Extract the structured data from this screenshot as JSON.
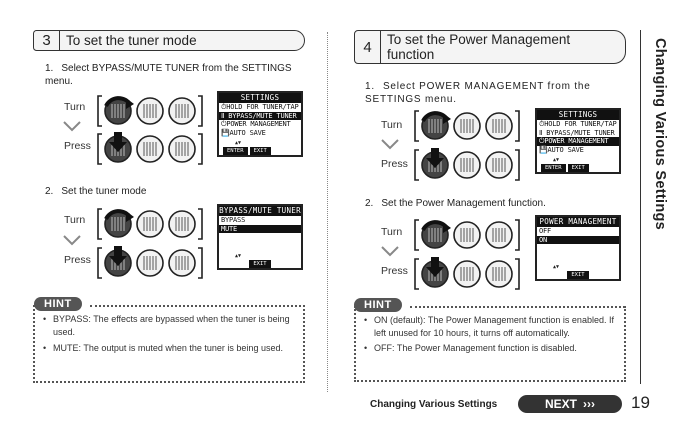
{
  "sections": [
    {
      "number": "3",
      "title": "To set the tuner mode",
      "steps": [
        {
          "num": "1.",
          "text": "Select BYPASS/MUTE TUNER from the SETTINGS menu."
        },
        {
          "num": "2.",
          "text": "Set the tuner mode"
        }
      ],
      "screens": [
        {
          "title": "SETTINGS",
          "rows": [
            "⏱HOLD FOR TUNER/TAP",
            "Ⅱ BYPASS/MUTE TUNER",
            "⏻POWER MANAGEMENT",
            "💾AUTO SAVE"
          ],
          "selected": 1,
          "softkeys": [
            "ENTER",
            "EXIT"
          ]
        },
        {
          "title": "BYPASS/MUTE TUNER",
          "rows": [
            "BYPASS",
            "MUTE"
          ],
          "selected": 1,
          "softkeys": [
            "EXIT"
          ]
        }
      ],
      "hint": {
        "label": "HINT",
        "items": [
          "BYPASS: The effects are bypassed when the tuner is being used.",
          "MUTE: The output is muted when the tuner is being used."
        ]
      }
    },
    {
      "number": "4",
      "title": "To set the Power Management function",
      "steps": [
        {
          "num": "1.",
          "text": "Select POWER MANAGEMENT from the SETTINGS menu."
        },
        {
          "num": "2.",
          "text": "Set the Power Management function."
        }
      ],
      "screens": [
        {
          "title": "SETTINGS",
          "rows": [
            "⏱HOLD FOR TUNER/TAP",
            "Ⅱ BYPASS/MUTE TUNER",
            "⏻POWER MANAGEMENT",
            "💾AUTO SAVE"
          ],
          "selected": 2,
          "softkeys": [
            "ENTER",
            "EXIT"
          ]
        },
        {
          "title": "POWER MANAGEMENT",
          "rows": [
            "OFF",
            "ON"
          ],
          "selected": 1,
          "softkeys": [
            "EXIT"
          ]
        }
      ],
      "hint": {
        "label": "HINT",
        "items": [
          "ON (default): The Power Management function is enabled. If left unused for 10 hours, it turns off automatically.",
          "OFF: The Power Management function is disabled."
        ]
      }
    }
  ],
  "labels": {
    "turn": "Turn",
    "press": "Press"
  },
  "side_title": "Changing Various Settings",
  "footer": {
    "text": "Changing Various Settings",
    "next": "NEXT",
    "next_arrows": "›››",
    "page": "19"
  }
}
